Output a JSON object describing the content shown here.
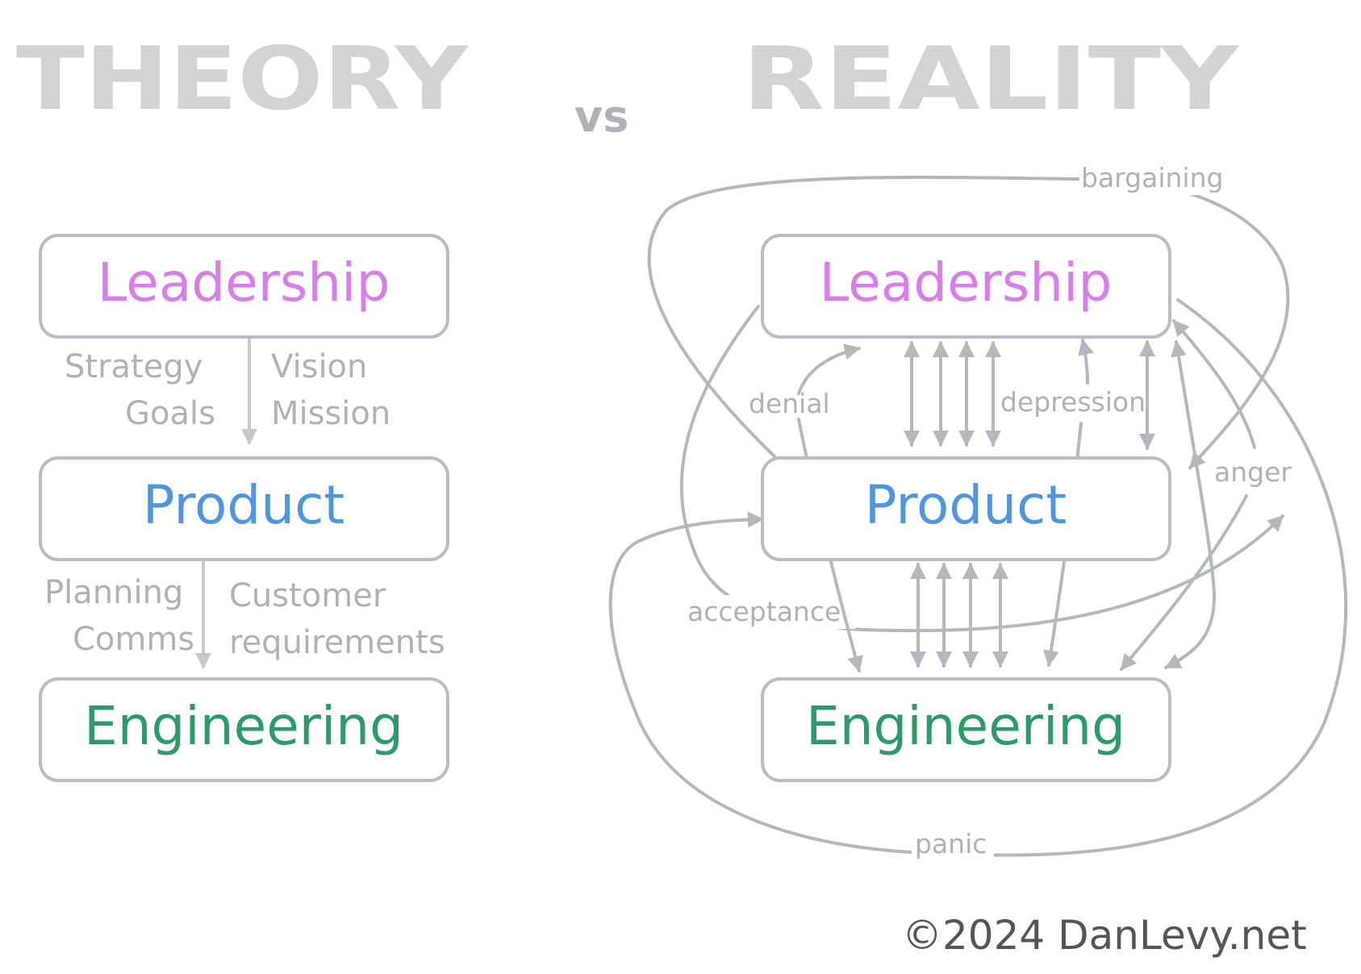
{
  "titles": {
    "theory": "THEORY",
    "vs": "vs",
    "reality": "REALITY"
  },
  "colors": {
    "leadership": "#d87ee8",
    "product": "#4f96dd",
    "engineering": "#2e9a6a",
    "lines": "#b4b7bb",
    "title": "#d3d3d3"
  },
  "theory": {
    "boxes": {
      "leadership": "Leadership",
      "product": "Product",
      "engineering": "Engineering"
    },
    "edge_labels": {
      "strategy": "Strategy",
      "goals": "Goals",
      "vision": "Vision",
      "mission": "Mission",
      "planning": "Planning",
      "comms": "Comms",
      "customer": "Customer",
      "requirements": "requirements"
    }
  },
  "reality": {
    "boxes": {
      "leadership": "Leadership",
      "product": "Product",
      "engineering": "Engineering"
    },
    "edge_labels": {
      "bargaining": "bargaining",
      "denial": "denial",
      "depression": "depression",
      "anger": "anger",
      "acceptance": "acceptance",
      "panic": "panic"
    }
  },
  "copyright": "©2024 DanLevy.net"
}
